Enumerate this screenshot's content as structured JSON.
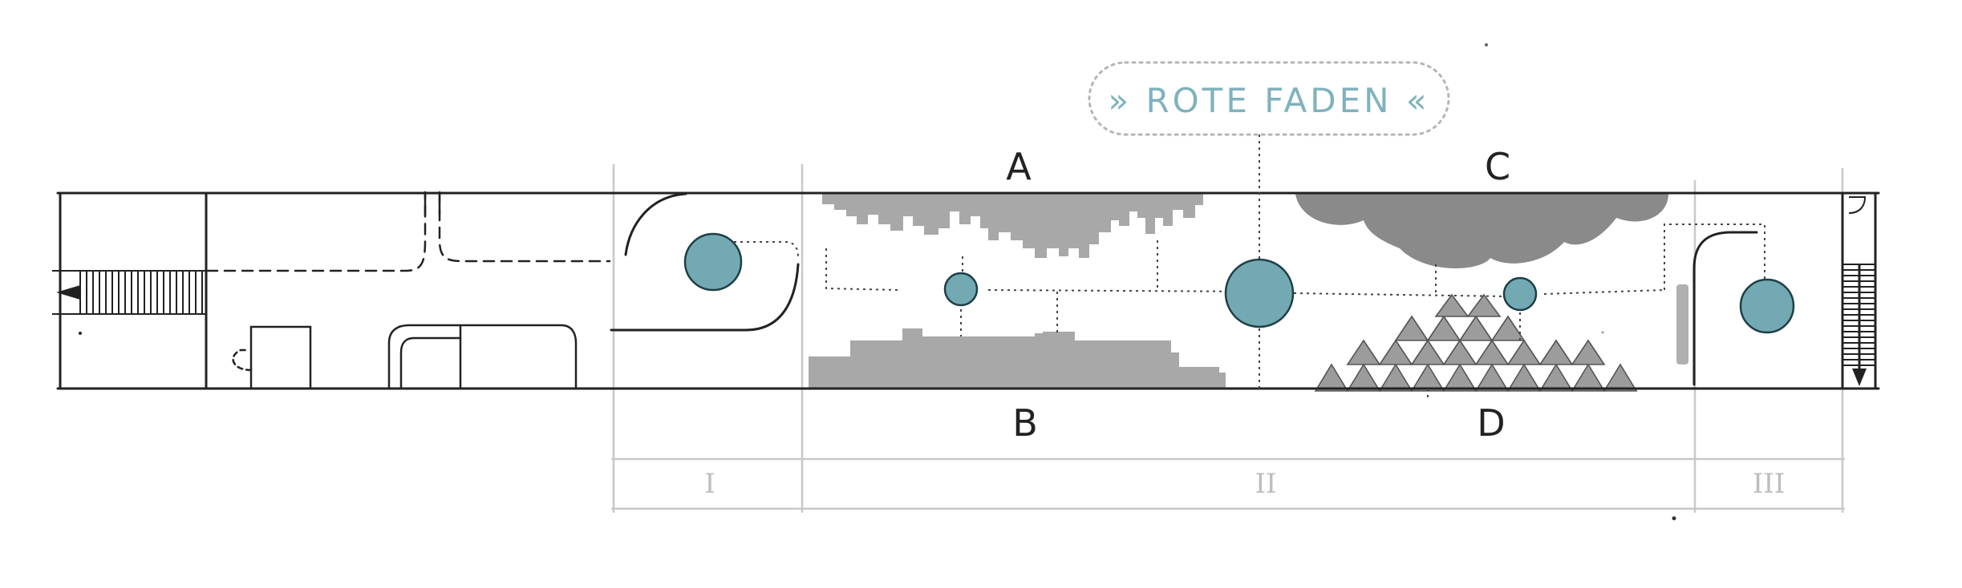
{
  "banner": {
    "text": "» ROTE FADEN «"
  },
  "zone_labels": {
    "a": "A",
    "b": "B",
    "c": "C",
    "d": "D"
  },
  "sections": [
    {
      "label": "I"
    },
    {
      "label": "II"
    },
    {
      "label": "III"
    }
  ],
  "colors": {
    "line": "#222222",
    "guide": "#c8c8c8",
    "node_fill": "#73a9b3",
    "node_stroke": "#1f3f46",
    "banner_text": "#7fb2bd",
    "banner_border": "#b5b5b5",
    "gray_light": "#a8a8a8",
    "gray_dark": "#8a8a8a",
    "roman": "#bdbdbd"
  },
  "icons": [
    "arrow-left-icon",
    "arrow-down-icon",
    "stair-icon"
  ]
}
